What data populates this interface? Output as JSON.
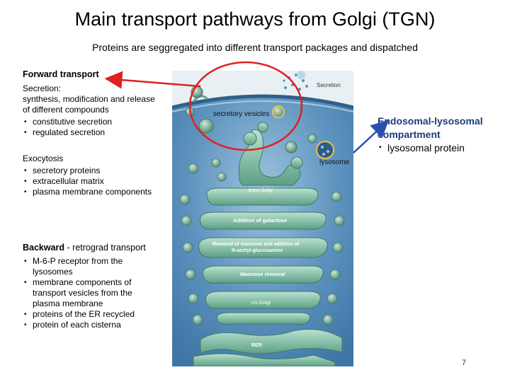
{
  "title": "Main transport pathways from Golgi (TGN)",
  "subtitle": "Proteins are seggregated into different transport packages and dispatched",
  "forward": {
    "heading": "Forward transport",
    "secretion_heading": "Secretion:",
    "secretion_desc_line1": "synthesis, modification and release",
    "secretion_desc_line2": "of different compounds",
    "secretion_items": [
      "constitutive secretion",
      "regulated secretion"
    ],
    "exocytosis_heading": "Exocytosis",
    "exocytosis_items": [
      "secretory proteins",
      "extracellular matrix",
      "plasma membrane components"
    ]
  },
  "backward": {
    "heading_bold": "Backward",
    "heading_rest": " - retrograd transport",
    "items": [
      [
        "M-6-P receptor from the",
        "lysosomes"
      ],
      [
        "membrane components of",
        "transport vesicles from the",
        "plasma membrane"
      ],
      [
        "proteins of the ER recycled"
      ],
      [
        "protein of each cisterna"
      ]
    ]
  },
  "endosomal": {
    "title_line1": "Endosomal-lysosomal",
    "title_line2": "compartment",
    "items": [
      "lysosomal protein"
    ]
  },
  "diagram_labels": {
    "secretion": "Secretion",
    "secretory_vesicles": "secretory vesicles",
    "lysosome": "lysosome",
    "trans_golgi": "trans Golgi",
    "addition_galactose": "Addition of galactose",
    "removal_mannose_line1": "Removal of mannose and addition of",
    "removal_mannose_line2": "N-acetyl-glucosamine",
    "mannose_removal": "Mannose removal",
    "cis_golgi": "cis Golgi",
    "rer": "RER"
  },
  "page_number": "7",
  "colors": {
    "highlight": "#e02020",
    "title_blue": "#1f3a7a",
    "arrow_blue": "#2a4fb0",
    "cell_bg": "#4c86b3",
    "golgi_green": "#8fc4ac"
  }
}
